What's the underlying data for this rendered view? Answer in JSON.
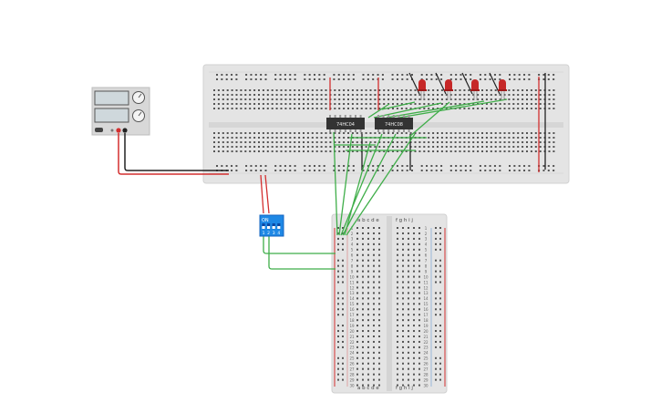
{
  "canvas": {
    "background": "#ffffff"
  },
  "power_supply": {
    "name": "power-supply"
  },
  "breadboard_main": {
    "name": "breadboard-main"
  },
  "chips": [
    {
      "label": "74HC04"
    },
    {
      "label": "74HC08"
    }
  ],
  "leds": {
    "count": 4,
    "color": "#c62828"
  },
  "dip_switch": {
    "on_label": "ON",
    "numbers": [
      "1",
      "2",
      "3",
      "4"
    ],
    "color": "#1e88e5"
  },
  "breadboard_small": {
    "col_letters_left": "a b c d e",
    "col_letters_right": "f g h i j",
    "row_count": 30
  },
  "colors": {
    "wire_green": "#3fae49",
    "wire_red": "#d32f2f",
    "wire_black": "#222222",
    "board": "#e6e6e6",
    "rail_red": "#d32f2f",
    "rail_blue": "#1565c0"
  }
}
